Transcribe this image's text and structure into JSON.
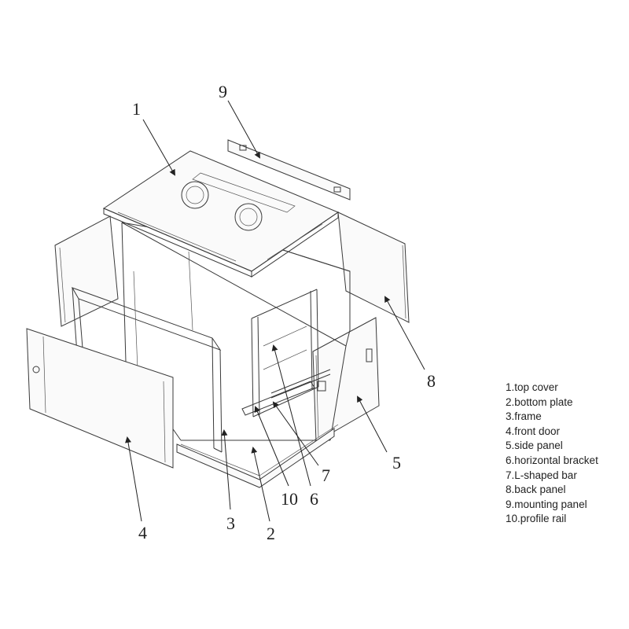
{
  "callouts": {
    "c1": "1",
    "c2": "2",
    "c3": "3",
    "c4": "4",
    "c5": "5",
    "c6": "6",
    "c7": "7",
    "c8": "8",
    "c9": "9",
    "c10": "10"
  },
  "legend": [
    "1.top cover",
    "2.bottom plate",
    "3.frame",
    "4.front door",
    "5.side panel",
    "6.horizontal bracket",
    "7.L-shaped bar",
    "8.back panel",
    "9.mounting panel",
    "10.profile rail"
  ]
}
